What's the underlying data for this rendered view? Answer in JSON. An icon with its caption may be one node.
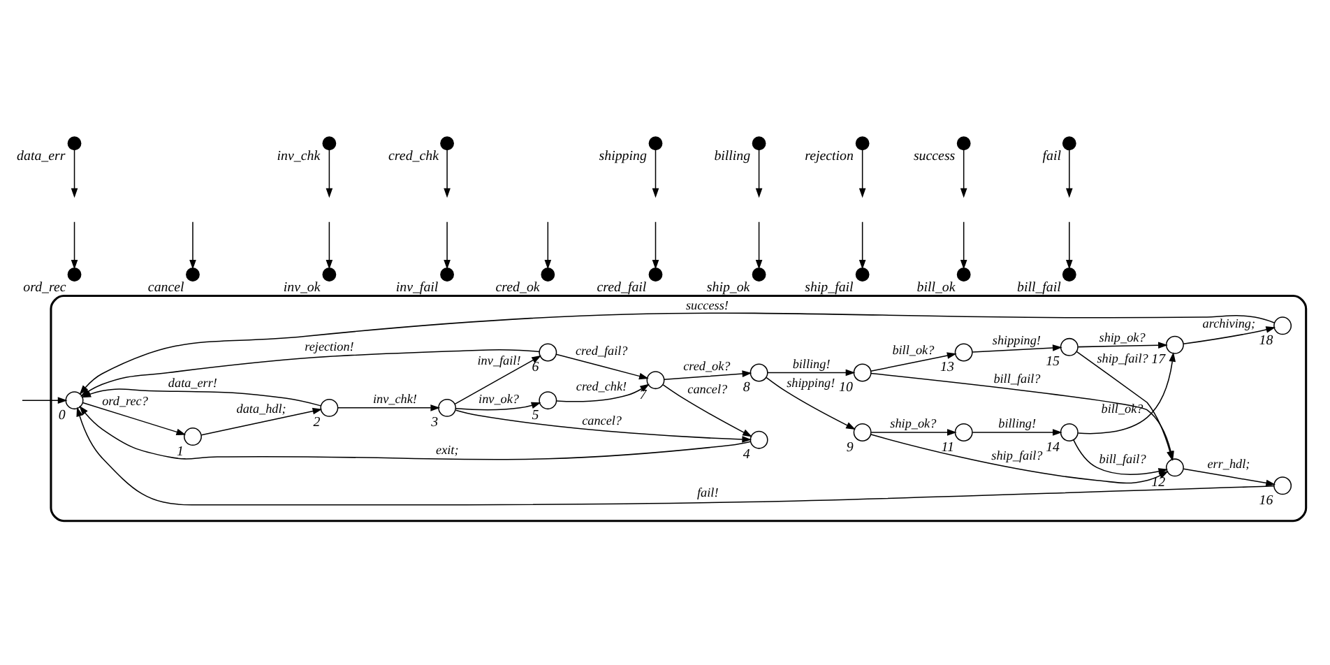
{
  "diagram": {
    "nodes": [
      {
        "text": [],
        "shape": "box"
      },
      {
        "text": [],
        "shape": "circle",
        "beside": [
          "0"
        ],
        "in": 0
      },
      {
        "text": [],
        "shape": "circle",
        "beside": [
          "1"
        ],
        "in": 0
      },
      {
        "text": [],
        "shape": "circle",
        "beside": [
          "2"
        ],
        "in": 0
      },
      {
        "text": [],
        "shape": "circle",
        "beside": [
          "3"
        ],
        "in": 0
      },
      {
        "text": [],
        "shape": "circle",
        "beside": [
          "4"
        ],
        "in": 0
      },
      {
        "text": [],
        "shape": "circle",
        "beside": [
          "5"
        ],
        "in": 0
      },
      {
        "text": [],
        "shape": "circle",
        "beside": [
          "6"
        ],
        "in": 0
      },
      {
        "text": [],
        "shape": "circle",
        "beside": [
          "7"
        ],
        "in": 0
      },
      {
        "text": [],
        "shape": "circle",
        "beside": [
          "8"
        ],
        "in": 0
      },
      {
        "text": [],
        "shape": "circle",
        "beside": [
          "9"
        ],
        "in": 0
      },
      {
        "text": [],
        "shape": "circle",
        "beside": [
          "10"
        ],
        "in": 0
      },
      {
        "text": [],
        "shape": "circle",
        "beside": [
          "11"
        ],
        "in": 0
      },
      {
        "text": [],
        "shape": "circle",
        "beside": [
          "12"
        ],
        "in": 0
      },
      {
        "text": [],
        "shape": "circle",
        "beside": [
          "13"
        ],
        "in": 0
      },
      {
        "text": [],
        "shape": "circle",
        "beside": [
          "14"
        ],
        "in": 0
      },
      {
        "text": [],
        "shape": "circle",
        "beside": [
          "15"
        ],
        "in": 0
      },
      {
        "text": [],
        "shape": "circle",
        "beside": [
          "16"
        ],
        "in": 0
      },
      {
        "text": [],
        "shape": "circle",
        "beside": [
          "17"
        ],
        "in": 0
      },
      {
        "text": [],
        "shape": "circle",
        "beside": [
          "18"
        ],
        "in": 0
      },
      {
        "text": [],
        "shape": "dot",
        "beside": [
          "ord_rec"
        ]
      },
      {
        "text": [],
        "shape": "dot",
        "beside": [
          "cancel"
        ]
      },
      {
        "text": [],
        "shape": "dot",
        "beside": [
          "inv_ok"
        ]
      },
      {
        "text": [],
        "shape": "dot",
        "beside": [
          "inv_fail"
        ]
      },
      {
        "text": [],
        "shape": "dot",
        "beside": [
          "cred_ok"
        ]
      },
      {
        "text": [],
        "shape": "dot",
        "beside": [
          "cred_fail"
        ]
      },
      {
        "text": [],
        "shape": "dot",
        "beside": [
          "ship_ok"
        ]
      },
      {
        "text": [],
        "shape": "dot",
        "beside": [
          "ship_fail"
        ]
      },
      {
        "text": [],
        "shape": "dot",
        "beside": [
          "bill_ok"
        ]
      },
      {
        "text": [],
        "shape": "dot",
        "beside": [
          "bill_fail"
        ]
      },
      {
        "text": [],
        "shape": "dot",
        "beside": [
          "data_err"
        ]
      },
      {
        "text": [],
        "shape": "dot",
        "beside": [
          "inv_chk"
        ]
      },
      {
        "text": [],
        "shape": "dot",
        "beside": [
          "cred_chk"
        ]
      },
      {
        "text": [],
        "shape": "dot",
        "beside": [
          "shipping"
        ]
      },
      {
        "text": [],
        "shape": "dot",
        "beside": [
          "billing"
        ]
      },
      {
        "text": [],
        "shape": "dot",
        "beside": [
          "rejection"
        ]
      },
      {
        "text": [],
        "shape": "dot",
        "beside": [
          "success"
        ]
      },
      {
        "text": [],
        "shape": "dot",
        "beside": [
          "fail"
        ]
      }
    ],
    "edges": [
      {
        "from": null,
        "to": 1,
        "arrow": "to"
      },
      {
        "from": 1,
        "to": 2,
        "arrow": "to",
        "label": "ord_rec?"
      },
      {
        "from": 2,
        "to": 3,
        "arrow": "to",
        "label": "data_hdl;"
      },
      {
        "from": 3,
        "to": 4,
        "arrow": "to",
        "label": "inv_chk!"
      },
      {
        "from": 3,
        "to": 1,
        "arrow": "to",
        "label": "data_err!"
      },
      {
        "from": 4,
        "to": 5,
        "arrow": "to",
        "label": "cancel?"
      },
      {
        "from": 8,
        "to": 5,
        "arrow": "to",
        "label": "cancel?"
      },
      {
        "from": 5,
        "to": 1,
        "arrow": "to",
        "label": "exit;"
      },
      {
        "from": 4,
        "to": 6,
        "arrow": "to",
        "label": "inv_ok?"
      },
      {
        "from": 4,
        "to": 7,
        "arrow": "to",
        "label": "inv_fail!"
      },
      {
        "from": 6,
        "to": 8,
        "arrow": "to",
        "label": "cred_chk!"
      },
      {
        "from": 7,
        "to": 8,
        "arrow": "to",
        "label": "cred_fail?"
      },
      {
        "from": 7,
        "to": 1,
        "arrow": "to",
        "label": "rejection!"
      },
      {
        "from": 8,
        "to": 9,
        "arrow": "to",
        "label": "cred_ok?"
      },
      {
        "from": 9,
        "to": 10,
        "arrow": "to",
        "label": "shipping!"
      },
      {
        "from": 9,
        "to": 11,
        "arrow": "to",
        "label": "billing!"
      },
      {
        "from": 10,
        "to": 12,
        "arrow": "to",
        "label": "ship_ok?"
      },
      {
        "from": 12,
        "to": 15,
        "arrow": "to",
        "label": "billing!"
      },
      {
        "from": 10,
        "to": 13,
        "arrow": "to",
        "label": "ship_fail?"
      },
      {
        "from": 15,
        "to": 13,
        "arrow": "to",
        "label": "bill_fail?"
      },
      {
        "from": 15,
        "to": 18,
        "arrow": "to",
        "label": "bill_ok?"
      },
      {
        "from": 11,
        "to": 13,
        "arrow": "to",
        "label": "bill_fail?"
      },
      {
        "from": 11,
        "to": 14,
        "arrow": "to",
        "label": "bill_ok?"
      },
      {
        "from": 14,
        "to": 16,
        "arrow": "to",
        "label": "shipping!"
      },
      {
        "from": 16,
        "to": 13,
        "arrow": "to",
        "label": "ship_fail?"
      },
      {
        "from": 16,
        "to": 18,
        "arrow": "to",
        "label": "ship_ok?"
      },
      {
        "from": 13,
        "to": 17,
        "arrow": "to",
        "label": "err_hdl;"
      },
      {
        "from": 17,
        "to": 1,
        "arrow": "to",
        "label": "fail!"
      },
      {
        "from": 18,
        "to": 19,
        "arrow": "to",
        "label": "archiving;"
      },
      {
        "from": 19,
        "to": 1,
        "arrow": "to",
        "label": "success!"
      },
      {
        "from": null,
        "to": 20,
        "arrow": "to"
      },
      {
        "from": null,
        "to": 21,
        "arrow": "to"
      },
      {
        "from": null,
        "to": 22,
        "arrow": "to"
      },
      {
        "from": null,
        "to": 23,
        "arrow": "to"
      },
      {
        "from": null,
        "to": 24,
        "arrow": "to"
      },
      {
        "from": null,
        "to": 25,
        "arrow": "to"
      },
      {
        "from": null,
        "to": 26,
        "arrow": "to"
      },
      {
        "from": null,
        "to": 27,
        "arrow": "to"
      },
      {
        "from": null,
        "to": 28,
        "arrow": "to"
      },
      {
        "from": null,
        "to": 29,
        "arrow": "to"
      },
      {
        "from": 30,
        "to": null,
        "arrow": "to"
      },
      {
        "from": 31,
        "to": null,
        "arrow": "to"
      },
      {
        "from": 32,
        "to": null,
        "arrow": "to"
      },
      {
        "from": 33,
        "to": null,
        "arrow": "to"
      },
      {
        "from": 34,
        "to": null,
        "arrow": "to"
      },
      {
        "from": 35,
        "to": null,
        "arrow": "to"
      },
      {
        "from": 36,
        "to": null,
        "arrow": "to"
      },
      {
        "from": 37,
        "to": null,
        "arrow": "to"
      }
    ]
  }
}
